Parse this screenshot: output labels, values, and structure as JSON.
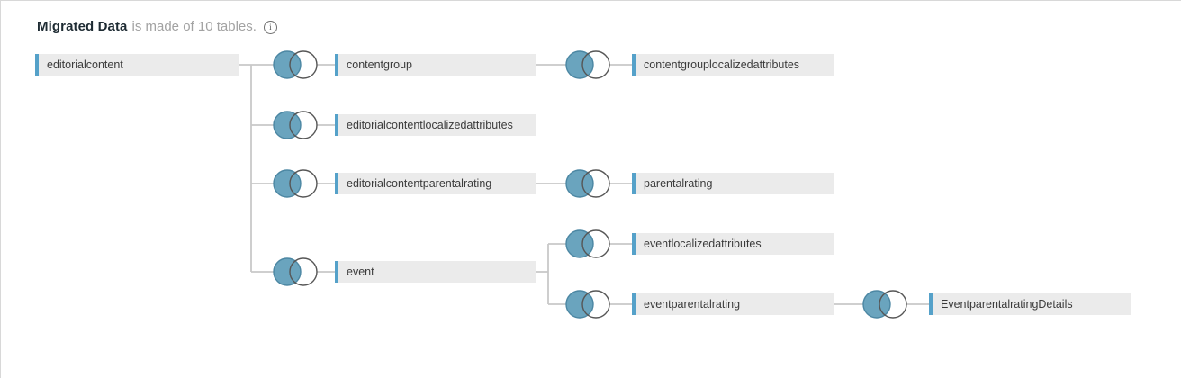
{
  "header": {
    "title": "Migrated Data",
    "subtitle": "is made of 10 tables."
  },
  "icons": {
    "info": "i"
  },
  "colors": {
    "accent": "#55a1c9",
    "bar_bg": "#ebebeb",
    "bar_text": "#3b3b3b",
    "circle_fill": "#6aa4be",
    "circle_stroke": "#4c87a3",
    "outline_stroke": "#565656",
    "connector": "#c8c8c8",
    "title_color": "#1e2b33",
    "subtitle_color": "#a2a2a2",
    "panel_border": "#d8d8d8"
  },
  "nodes": [
    {
      "label": "editorialcontent"
    },
    {
      "label": "contentgroup"
    },
    {
      "label": "contentgrouplocalizedattributes"
    },
    {
      "label": "editorialcontentlocalizedattributes"
    },
    {
      "label": "editorialcontentparentalrating"
    },
    {
      "label": "parentalrating"
    },
    {
      "label": "event"
    },
    {
      "label": "eventlocalizedattributes"
    },
    {
      "label": "eventparentalrating"
    },
    {
      "label": "EventparentalratingDetails"
    }
  ]
}
